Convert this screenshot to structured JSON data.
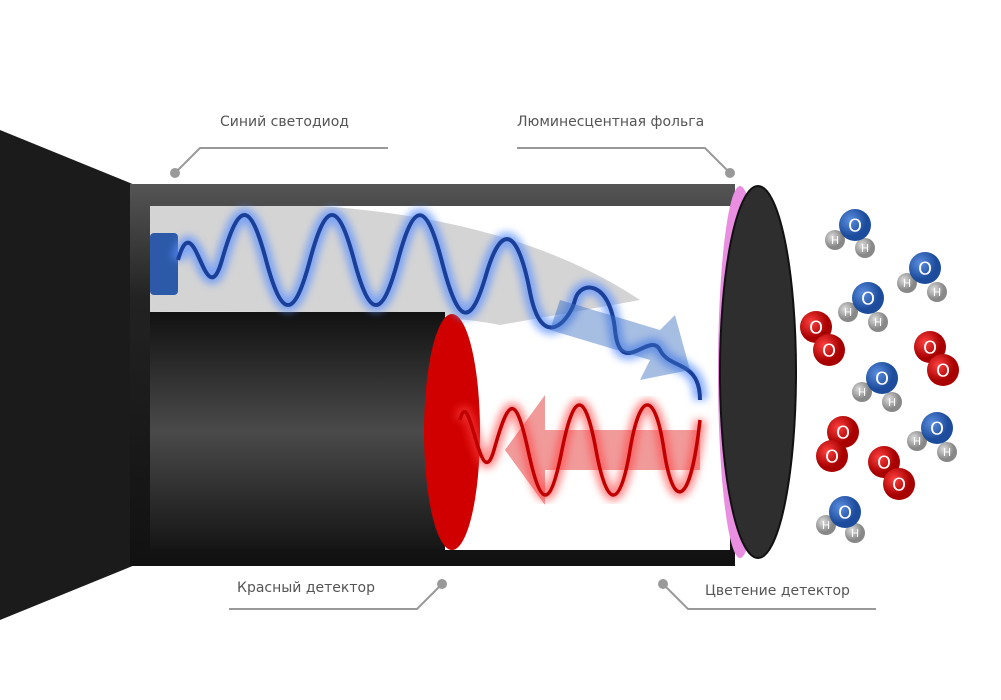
{
  "labels": {
    "blue_led": "Синий светодиод",
    "luminescent_foil": "Люминесцентная фольга",
    "red_detector": "Красный детектор",
    "bloom_detector": "Цветение детектор"
  },
  "molecules": {
    "oxygen_symbol": "O",
    "hydrogen_symbol": "H"
  },
  "colors": {
    "blue": "#1f4fa8",
    "red": "#d00000",
    "foil": "#e98ee0",
    "body": "#1a1a1a"
  }
}
